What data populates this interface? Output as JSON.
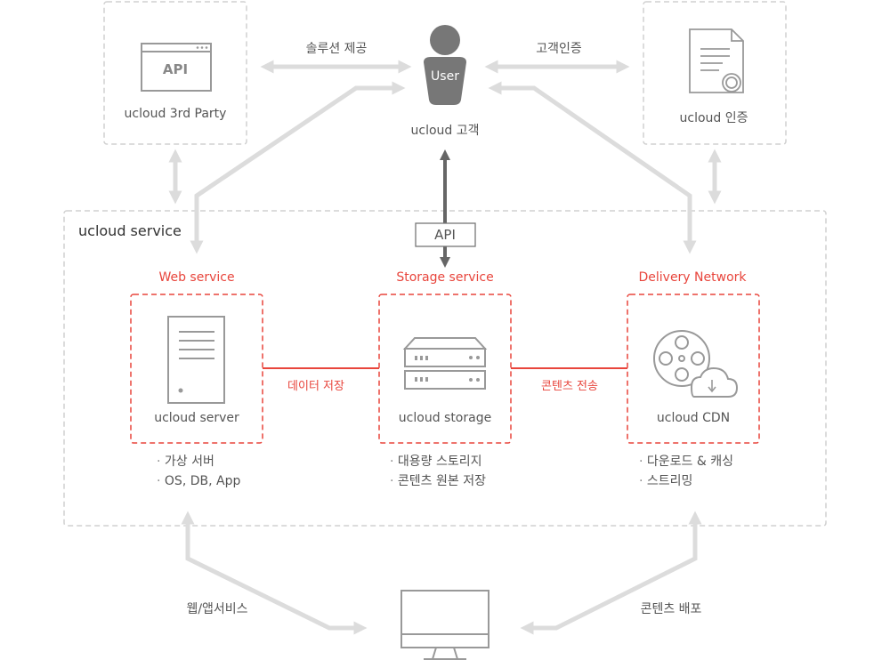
{
  "top": {
    "third_party": {
      "icon_text": "API",
      "label": "ucloud 3rd Party"
    },
    "user": {
      "icon_text": "User",
      "label": "ucloud 고객"
    },
    "auth": {
      "label": "ucloud 인증"
    },
    "link_left": "솔루션 제공",
    "link_right": "고객인증"
  },
  "service": {
    "title": "ucloud service",
    "api_label": "API",
    "web": {
      "heading": "Web service",
      "label": "ucloud server",
      "bullets": [
        "가상 서버",
        "OS, DB, App"
      ]
    },
    "storage": {
      "heading": "Storage service",
      "label": "ucloud storage",
      "bullets": [
        "대용량 스토리지",
        "콘텐츠 원본 저장"
      ]
    },
    "cdn": {
      "heading": "Delivery Network",
      "label": "ucloud CDN",
      "bullets": [
        "다운로드 & 캐싱",
        "스트리밍"
      ]
    },
    "link_web_storage": "데이터 저장",
    "link_storage_cdn": "콘텐츠 전송"
  },
  "bottom": {
    "left_label": "웹/앱서비스",
    "right_label": "콘텐츠 배포"
  },
  "colors": {
    "accent": "#e8453c",
    "dashed_gray": "#cccccc",
    "arrow_gray": "#dddddd",
    "icon_gray": "#999999",
    "dark": "#666666"
  }
}
